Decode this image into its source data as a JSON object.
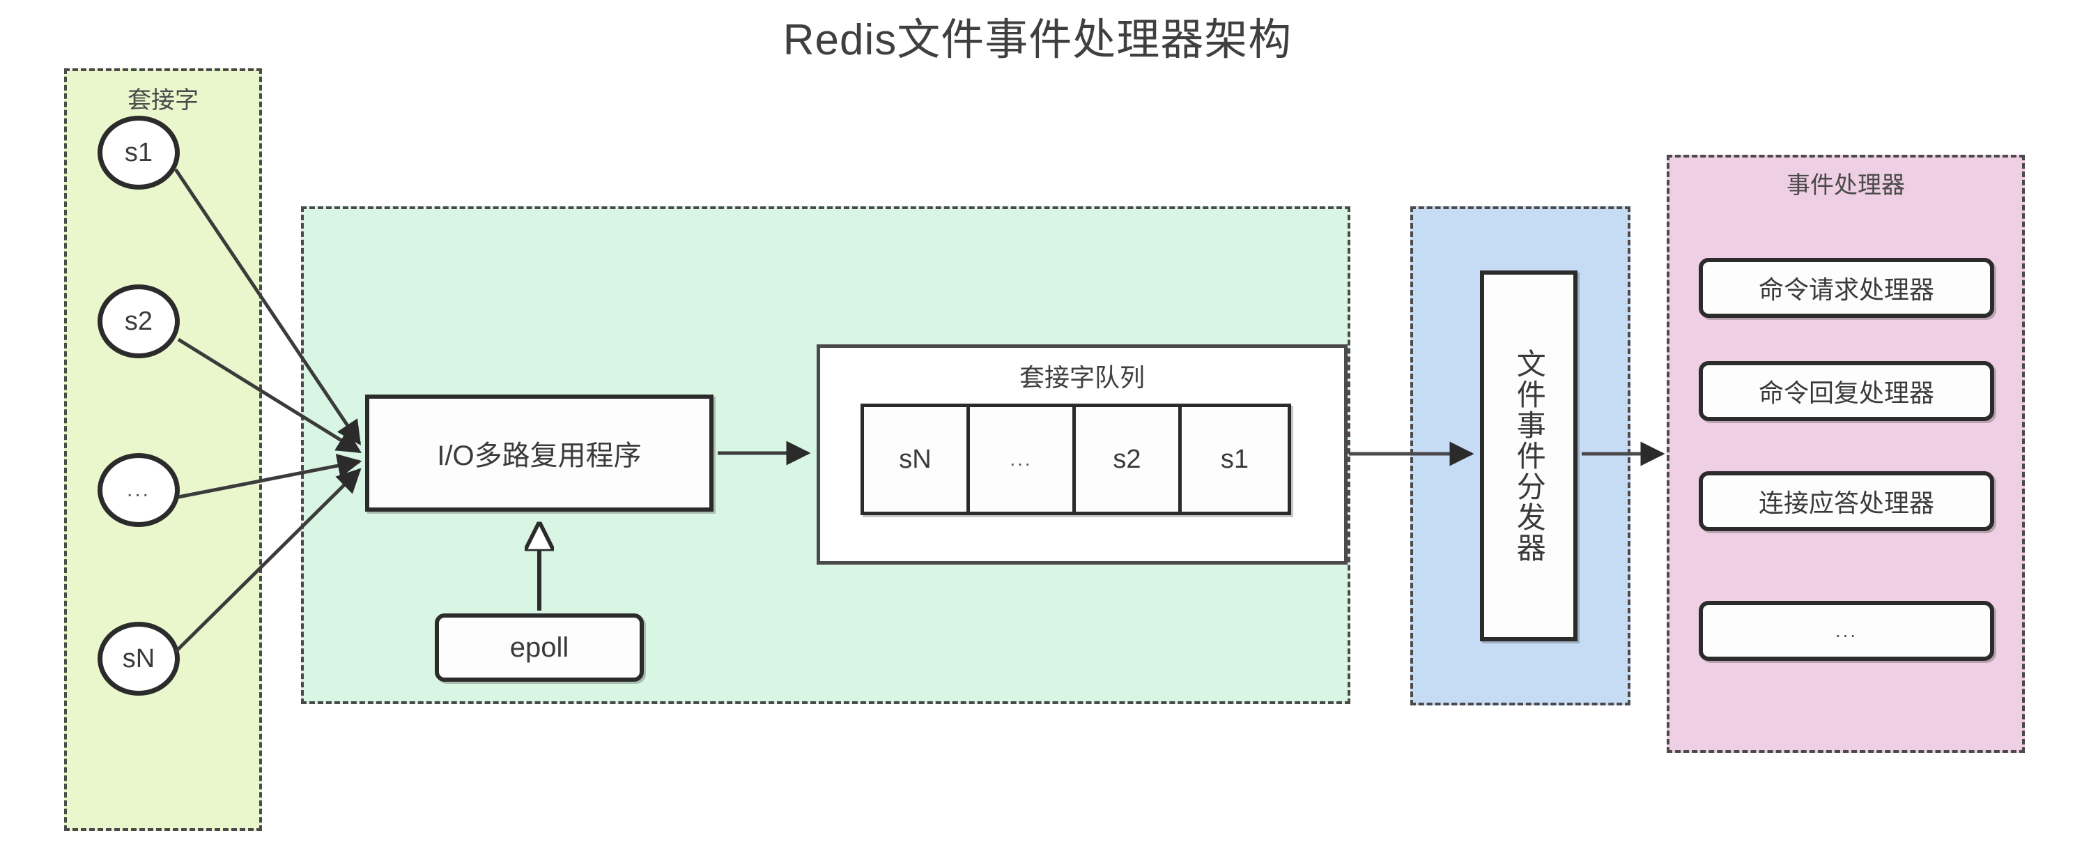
{
  "title": "Redis文件事件处理器架构",
  "panels": {
    "socket": {
      "label": "套接字",
      "bg": "#eaf7cc"
    },
    "multiplex": {
      "label": "",
      "bg": "#d9f5e3"
    },
    "dispatch": {
      "label": "",
      "bg": "#c6dcf5"
    },
    "handlers": {
      "label": "事件处理器",
      "bg": "#efcfe3"
    }
  },
  "sockets": [
    {
      "label": "s1"
    },
    {
      "label": "s2"
    },
    {
      "label": "..."
    },
    {
      "label": "sN"
    }
  ],
  "nodes": {
    "multiplexer": "I/O多路复用程序",
    "epoll": "epoll",
    "dispatcher": "文件事件分发器"
  },
  "queue": {
    "title": "套接字队列",
    "cells": [
      {
        "label": "sN"
      },
      {
        "label": "..."
      },
      {
        "label": "s2"
      },
      {
        "label": "s1"
      }
    ]
  },
  "handlers": [
    {
      "label": "命令请求处理器"
    },
    {
      "label": "命令回复处理器"
    },
    {
      "label": "连接应答处理器"
    },
    {
      "label": "..."
    }
  ],
  "colors": {
    "socket_panel": "#eaf7cc",
    "multiplex_panel": "#d9f5e3",
    "dispatch_panel": "#c6dcf5",
    "handlers_panel": "#efcfe3",
    "stroke": "#2b2b2b",
    "dashed_stroke": "#4a4a4a",
    "text": "#3a3a3a"
  }
}
